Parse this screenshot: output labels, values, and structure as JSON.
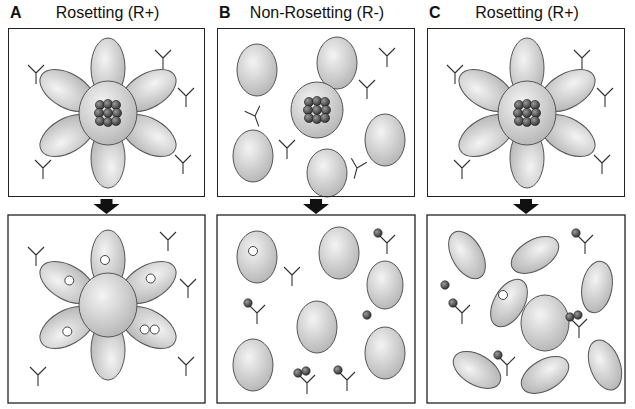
{
  "diagram": {
    "nodes": [
      {
        "text": [
          "A",
          "Rosetting (R+)"
        ]
      },
      {
        "text": [
          "B",
          "Non-Rosetting (R-)"
        ]
      },
      {
        "text": [
          "C",
          "Rosetting (R+)"
        ]
      }
    ]
  }
}
